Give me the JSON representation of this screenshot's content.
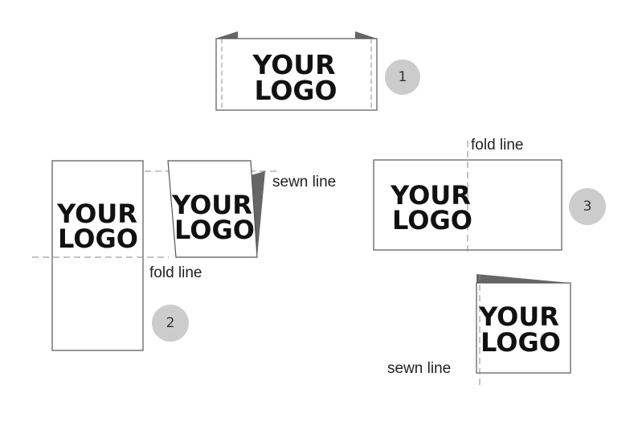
{
  "logo_text": {
    "line1": "YOUR",
    "line2": "LOGO"
  },
  "labels": {
    "fold_line": "fold line",
    "sewn_line": "sewn line"
  },
  "steps": [
    "1",
    "2",
    "3"
  ],
  "colors": {
    "outline": "#555555",
    "dashed": "#8a8a8a",
    "fold_fill": "#666666",
    "badge": "#cccccc",
    "text": "#111111"
  }
}
